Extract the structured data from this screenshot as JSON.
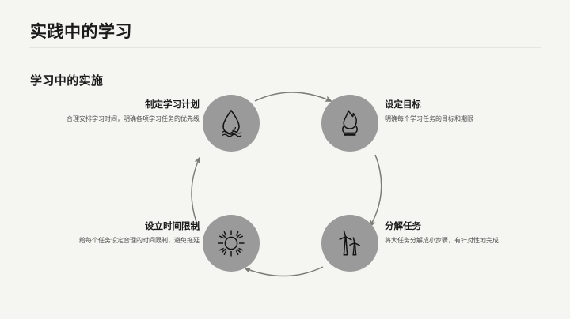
{
  "slide": {
    "title": "实践中的学习",
    "subtitle": "学习中的实施",
    "background_color": "#f5f5f1",
    "node_color": "#9a9a9a",
    "icon_color": "#1a1a1a",
    "arrow_color": "#7d7d78",
    "divider_color": "#e6e6e0"
  },
  "diagram": {
    "type": "cycle",
    "nodes": [
      {
        "position": "top-left",
        "icon": "water-drop-icon",
        "label": "制定学习计划",
        "description": "合理安排学习时间，明确各项学习任务的优先级",
        "align": "right"
      },
      {
        "position": "top-right",
        "icon": "flame-icon",
        "label": "设定目标",
        "description": "明确每个学习任务的目标和期限",
        "align": "left"
      },
      {
        "position": "bottom-right",
        "icon": "wind-turbine-icon",
        "label": "分解任务",
        "description": "将大任务分解成小步骤，有针对性地完成",
        "align": "left"
      },
      {
        "position": "bottom-left",
        "icon": "sun-icon",
        "label": "设立时间限制",
        "description": "给每个任务设定合理的时间限制，避免拖延",
        "align": "right"
      }
    ],
    "arrows": [
      {
        "name": "arrow-top",
        "from": "top-left",
        "to": "top-right",
        "direction": "right"
      },
      {
        "name": "arrow-right",
        "from": "top-right",
        "to": "bottom-right",
        "direction": "down"
      },
      {
        "name": "arrow-bottom",
        "from": "bottom-right",
        "to": "bottom-left",
        "direction": "left"
      },
      {
        "name": "arrow-left",
        "from": "bottom-left",
        "to": "top-left",
        "direction": "up"
      }
    ]
  }
}
